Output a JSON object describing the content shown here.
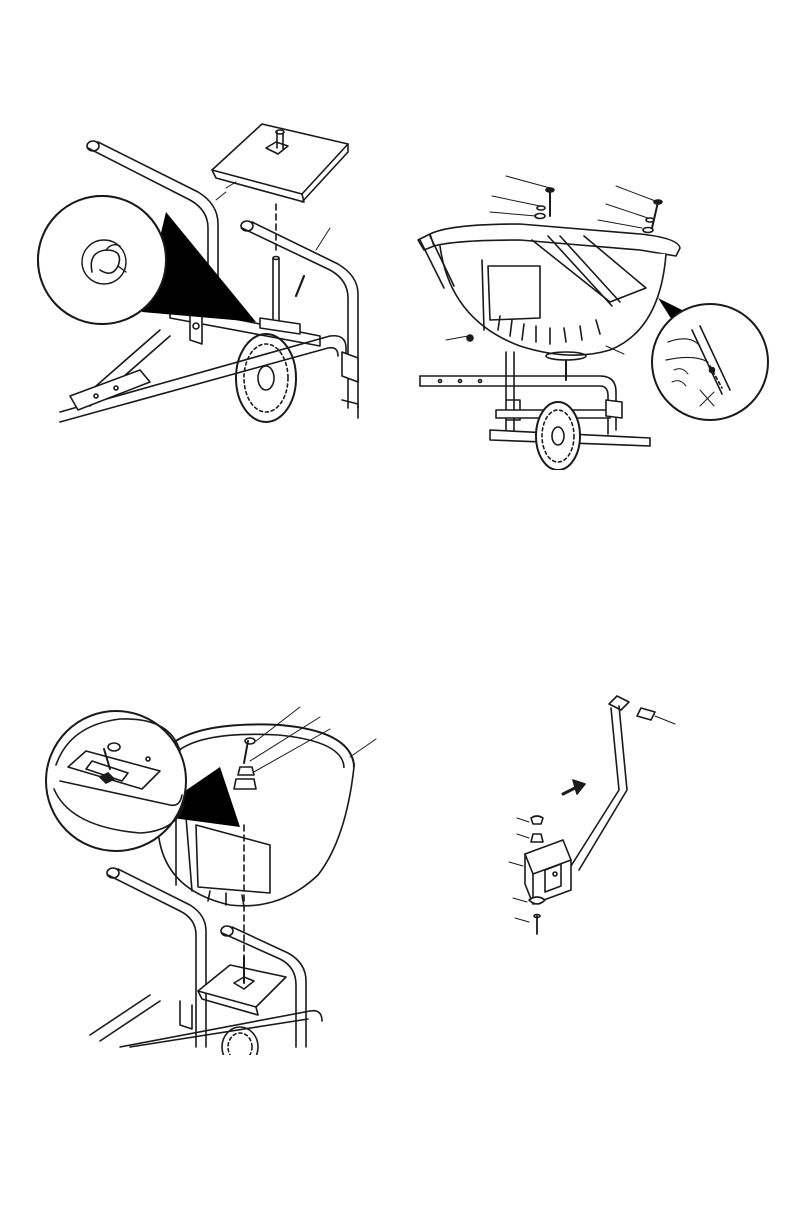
{
  "page": {
    "background": "#ffffff",
    "line_color": "#1a1a1a",
    "callout_fill": "#000000"
  },
  "figures": [
    {
      "icon": "frame-and-spreader-plate-illustration",
      "callouts": 2
    },
    {
      "icon": "hopper-bolted-to-frame-illustration",
      "callouts": 7
    },
    {
      "icon": "hopper-mounted-on-shaft-illustration",
      "callouts": 4
    },
    {
      "icon": "control-lever-assembly-illustration",
      "callouts": 6
    }
  ]
}
